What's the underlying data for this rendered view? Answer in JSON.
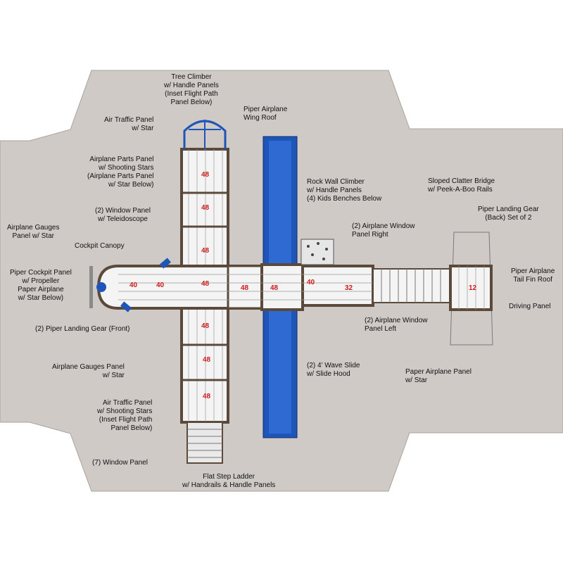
{
  "colors": {
    "ground": "#cfcac5",
    "deck": "#f4f4f4",
    "frame": "#5b4a3c",
    "slide": "#1f55b8",
    "deck_number": "#cc1b1b"
  },
  "deck_numbers": {
    "tower_top_1": "48",
    "tower_top_2": "48",
    "tower_top_3": "48",
    "center": "48",
    "tower_bottom_1": "48",
    "tower_bottom_2": "48",
    "tower_bottom_3": "48",
    "cockpit_1": "40",
    "cockpit_2": "40",
    "right_center": "48",
    "right_1": "48",
    "right_2": "40",
    "right_3": "32",
    "tail": "12"
  },
  "labels": {
    "tree_climber": [
      "Tree Climber",
      "w/ Handle Panels",
      "(Inset Flight Path",
      "Panel Below)"
    ],
    "piper_wing_roof": [
      "Piper Airplane",
      "Wing Roof"
    ],
    "air_traffic_star": [
      "Air Traffic Panel",
      "w/ Star"
    ],
    "airplane_parts": [
      "Airplane Parts Panel",
      "w/ Shooting Stars",
      "(Airplane Parts Panel",
      "w/ Star Below)"
    ],
    "rock_wall": [
      "Rock Wall Climber",
      "w/ Handle Panels",
      "(4) Kids Benches Below"
    ],
    "sloped_bridge": [
      "Sloped Clatter Bridge",
      "w/ Peek-A-Boo Rails"
    ],
    "landing_gear_back": [
      "Piper Landing Gear",
      "(Back) Set of 2"
    ],
    "window_teleidoscope": [
      "(2) Window Panel",
      "w/ Teleidoscope"
    ],
    "gauges_star_left": [
      "Airplane Gauges",
      "Panel w/ Star"
    ],
    "window_right": [
      "(2) Airplane Window",
      "Panel Right"
    ],
    "cockpit_canopy": [
      "Cockpit Canopy"
    ],
    "cockpit_panel": [
      "Piper Cockpit Panel",
      "w/ Propeller",
      "Paper Airplane",
      "w/ Star Below)"
    ],
    "tail_fin_roof": [
      "Piper Airplane",
      "Tail Fin Roof"
    ],
    "driving_panel": [
      "Driving Panel"
    ],
    "landing_gear_front": [
      "(2) Piper Landing Gear (Front)"
    ],
    "window_left": [
      "(2) Airplane Window",
      "Panel Left"
    ],
    "gauges_star_bottom": [
      "Airplane Gauges Panel",
      "w/ Star"
    ],
    "wave_slide": [
      "(2) 4' Wave Slide",
      "w/ Slide Hood"
    ],
    "paper_airplane": [
      "Paper Airplane Panel",
      "w/ Star"
    ],
    "air_traffic_shooting": [
      "Air Traffic Panel",
      "w/ Shooting Stars",
      "(Inset Flight Path",
      "Panel Below)"
    ],
    "window_7": [
      "(7) Window Panel"
    ],
    "flat_step_ladder": [
      "Flat Step Ladder",
      "w/ Handrails & Handle Panels"
    ]
  }
}
